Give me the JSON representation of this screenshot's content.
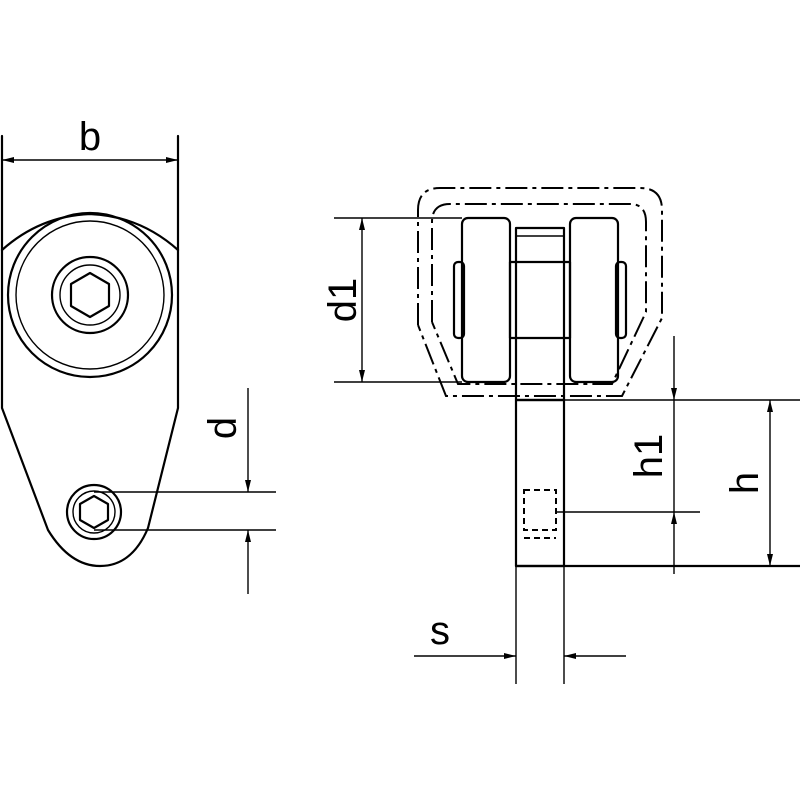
{
  "labels": {
    "b": "b",
    "d": "d",
    "d1": "d1",
    "h1": "h1",
    "h": "h",
    "s": "s"
  }
}
